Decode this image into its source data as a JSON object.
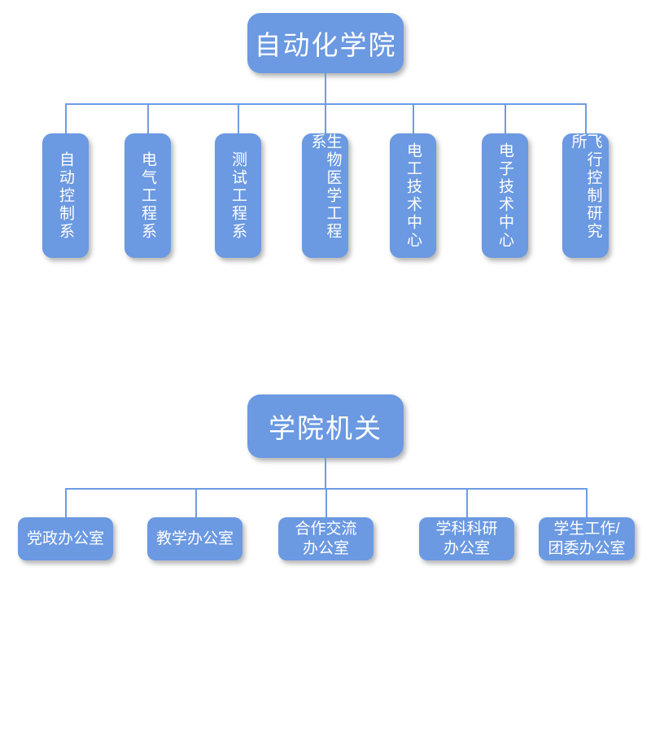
{
  "page": {
    "background_color": "#ffffff"
  },
  "palette": {
    "node_fill": "#6B99E2",
    "node_text": "#ffffff",
    "connector_line": "#6D9CE6"
  },
  "chart1": {
    "root": {
      "label": "自动化学院"
    },
    "children": [
      {
        "label": "自动控制系"
      },
      {
        "label": "电气工程系"
      },
      {
        "label": "测试工程系"
      },
      {
        "label": "生物医学工程系"
      },
      {
        "label": "电工技术中心"
      },
      {
        "label": "电子技术中心"
      },
      {
        "label": "飞行控制研究所"
      }
    ]
  },
  "chart2": {
    "root": {
      "label": "学院机关"
    },
    "children": [
      {
        "label": "党政办公室",
        "lines": [
          "党政办公室"
        ]
      },
      {
        "label": "教学办公室",
        "lines": [
          "教学办公室"
        ]
      },
      {
        "label": "合作交流办公室",
        "lines": [
          "合作交流",
          "办公室"
        ]
      },
      {
        "label": "学科科研办公室",
        "lines": [
          "学科科研",
          "办公室"
        ]
      },
      {
        "label": "学生工作/团委办公室",
        "lines": [
          "学生工作/",
          "团委办公室"
        ]
      }
    ]
  }
}
